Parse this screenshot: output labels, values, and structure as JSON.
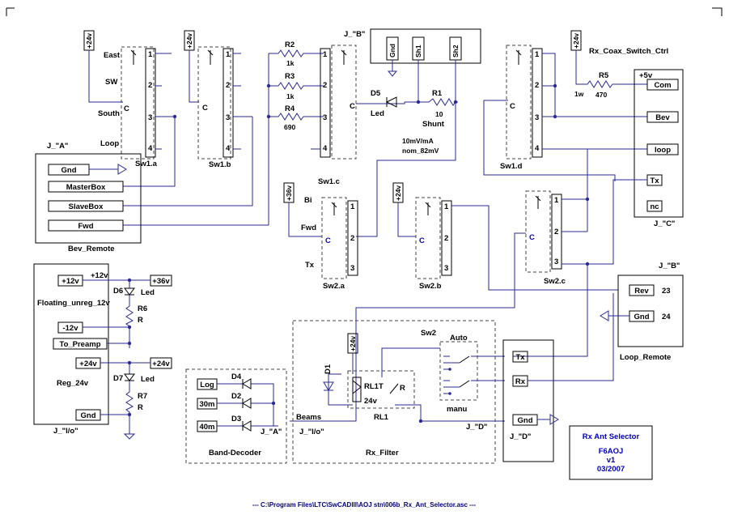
{
  "labels": {
    "east": "East",
    "sw": "SW",
    "south": "South",
    "loop": "Loop",
    "c": "C",
    "p1": "1",
    "p2": "2",
    "p3": "3",
    "p4": "4",
    "v24": "+24v",
    "v36": "+36v",
    "sw1a": "Sw1.a",
    "sw1b": "Sw1.b",
    "sw1c": "Sw1.c",
    "sw1d": "Sw1.d",
    "sw2a": "Sw2.a",
    "sw2b": "Sw2.b",
    "sw2c": "Sw2.c",
    "sw2": "Sw2",
    "r2": "R2",
    "r2v": "1k",
    "r3": "R3",
    "r3v": "1k",
    "r4": "R4",
    "r4v": "690",
    "jb": "J_\"B\"",
    "gnd": "Gnd",
    "sh1": "Sh1",
    "sh2": "Sh2",
    "d5": "D5",
    "led": "Led",
    "r1": "R1",
    "r1v": "10",
    "shunt": "Shunt",
    "sens1": "10mV/mA",
    "sens2": "nom_82mV",
    "ja": "J_\"A\"",
    "masterbox": "MasterBox",
    "slavebox": "SlaveBox",
    "fwd": "Fwd",
    "bev_remote": "Bev_Remote",
    "bi": "Bi",
    "tx": "Tx",
    "rx_ctrl": "Rx_Coax_Switch_Ctrl",
    "plus5v": "+5v",
    "r5": "R5",
    "r5w": "1w",
    "r5v": "470",
    "com": "Com",
    "bev": "Bev",
    "loop_l": "loop",
    "nc": "nc",
    "jc": "J_\"C\"",
    "plus12v": "+12v",
    "d6": "D6",
    "floating": "Floating_unreg_12v",
    "r6": "R6",
    "r": "R",
    "minus12v": "-12v",
    "to_preamp": "To_Preamp",
    "d7": "D7",
    "reg24": "Reg_24v",
    "r7": "R7",
    "jio": "J_\"I/o\"",
    "log": "Log",
    "m30": "30m",
    "m40": "40m",
    "d4": "D4",
    "d2": "D2",
    "d3": "D3",
    "ja_quoted": "J_\"A\"",
    "band_decoder": "Band-Decoder",
    "beams": "Beams",
    "d1": "D1",
    "rl1": "RL1",
    "rl1_t": "T",
    "rl1_r": "R",
    "rl1_v": "24v",
    "rx_filter": "Rx_Filter",
    "auto": "Auto",
    "manu": "manu",
    "rx": "Rx",
    "jd": "J_\"D\"",
    "rev": "Rev",
    "n23": "23",
    "n24": "24",
    "loop_remote": "Loop_Remote",
    "title": "Rx Ant Selector",
    "author": "F6AOJ",
    "version": "v1",
    "date": "03/2007",
    "filepath": "--- C:\\Program Files\\LTC\\SwCADIII\\AOJ stn\\006b_Rx_Ant_Selector.asc ---"
  }
}
